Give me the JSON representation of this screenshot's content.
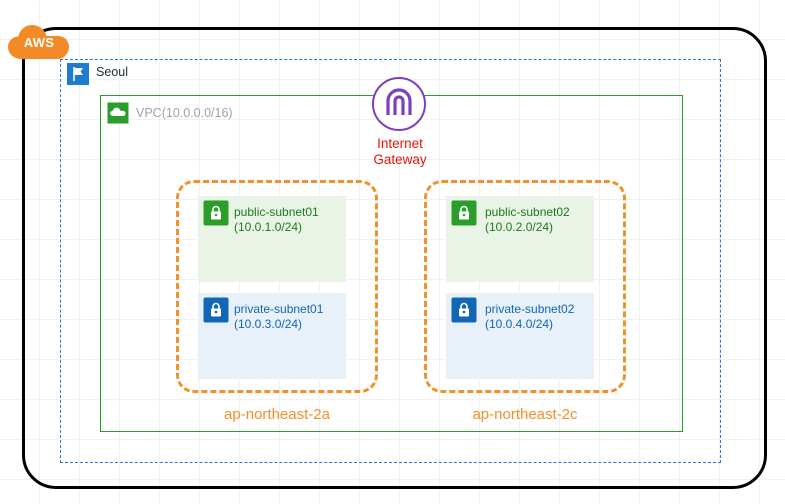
{
  "diagram": {
    "cloud": {
      "badge_label": "AWS",
      "badge_icon": "aws-cloud-icon",
      "boundary_color": "#000000"
    },
    "region": {
      "label": "Seoul",
      "icon": "region-flag-icon",
      "border_color": "#1f7bd0"
    },
    "vpc": {
      "label": "VPC(10.0.0.0/16)",
      "icon": "vpc-cloud-icon",
      "border_color": "#2a9d2a",
      "label_color": "#9aa3ad"
    },
    "internet_gateway": {
      "label_line1": "Internet",
      "label_line2": "Gateway",
      "icon": "internet-gateway-icon",
      "icon_color": "#7b3fbf",
      "label_color": "#e8140a"
    },
    "availability_zones": [
      {
        "id": "az-a",
        "label": "ap-northeast-2a",
        "color": "#f2902a"
      },
      {
        "id": "az-c",
        "label": "ap-northeast-2c",
        "color": "#f2902a"
      }
    ],
    "subnets": [
      {
        "id": "public-subnet01",
        "name": "public-subnet01",
        "cidr": "(10.0.1.0/24)",
        "type": "public",
        "icon": "subnet-lock-icon",
        "icon_color": "#2a9d2a",
        "fill": "#eaf4e6",
        "text_color": "#1c7a1c"
      },
      {
        "id": "public-subnet02",
        "name": "public-subnet02",
        "cidr": "(10.0.2.0/24)",
        "type": "public",
        "icon": "subnet-lock-icon",
        "icon_color": "#2a9d2a",
        "fill": "#eaf4e6",
        "text_color": "#1c7a1c"
      },
      {
        "id": "private-subnet01",
        "name": "private-subnet01",
        "cidr": "(10.0.3.0/24)",
        "type": "private",
        "icon": "subnet-lock-icon",
        "icon_color": "#1266b8",
        "fill": "#e8f1f9",
        "text_color": "#1266b8"
      },
      {
        "id": "private-subnet02",
        "name": "private-subnet02",
        "cidr": "(10.0.4.0/24)",
        "type": "private",
        "icon": "subnet-lock-icon",
        "icon_color": "#1266b8",
        "fill": "#e8f1f9",
        "text_color": "#1266b8"
      }
    ]
  }
}
